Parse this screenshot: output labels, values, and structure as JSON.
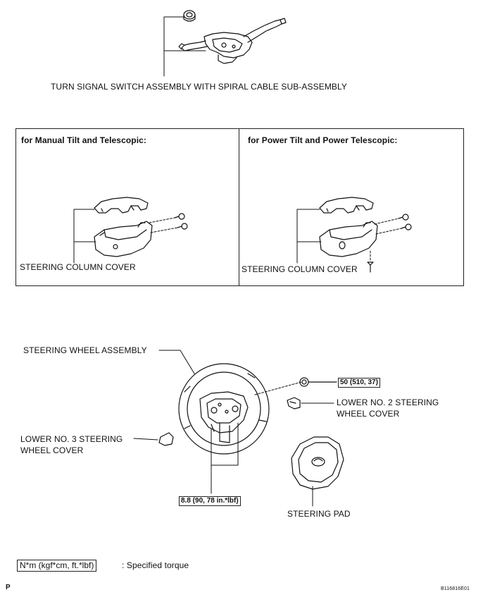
{
  "labels": {
    "turn_signal": "TURN SIGNAL SWITCH ASSEMBLY WITH SPIRAL CABLE SUB-ASSEMBLY",
    "panel_left_title": "for Manual Tilt and Telescopic:",
    "panel_right_title": "for Power Tilt and Power Telescopic:",
    "column_cover_left": "STEERING COLUMN COVER",
    "column_cover_right": "STEERING COLUMN COVER",
    "wheel_assembly": "STEERING WHEEL ASSEMBLY",
    "lower_no2_line1": "LOWER NO. 2 STEERING",
    "lower_no2_line2": "WHEEL COVER",
    "lower_no3_line1": "LOWER NO. 3 STEERING",
    "lower_no3_line2": "WHEEL COVER",
    "steering_pad": "STEERING PAD"
  },
  "torques": {
    "nut": "50 (510, 37)",
    "bolt": "8.8 (90, 78 in.*lbf)"
  },
  "legend": {
    "box": "N*m (kgf*cm, ft.*lbf)",
    "text": ": Specified torque"
  },
  "footer": {
    "page_marker": "P",
    "figure_code": "B116816E01"
  }
}
